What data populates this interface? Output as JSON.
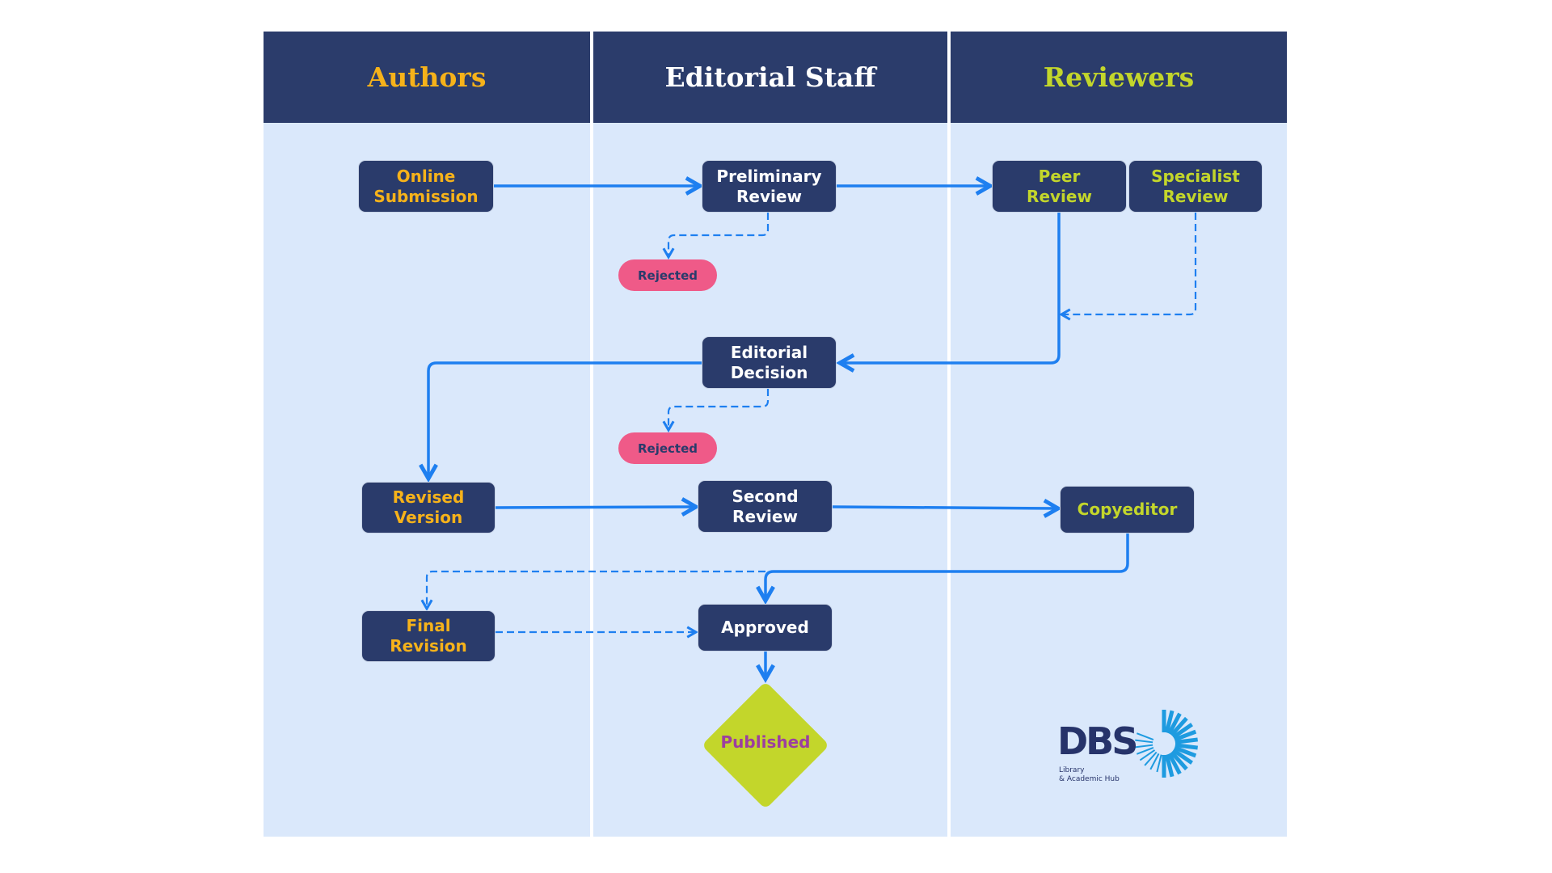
{
  "lanes": {
    "authors": {
      "title": "Authors",
      "color": "#f6b21a"
    },
    "editorial": {
      "title": "Editorial Staff",
      "color": "#ffffff"
    },
    "reviewers": {
      "title": "Reviewers",
      "color": "#c3d62b"
    }
  },
  "nodes": {
    "online_submission": "Online\nSubmission",
    "preliminary_review": "Preliminary\nReview",
    "peer_review": "Peer\nReview",
    "specialist_review": "Specialist\nReview",
    "rejected_1": "Rejected",
    "editorial_decision": "Editorial\nDecision",
    "rejected_2": "Rejected",
    "revised_version": "Revised\nVersion",
    "second_review": "Second\nReview",
    "copyeditor": "Copyeditor",
    "final_revision": "Final\nRevision",
    "approved": "Approved",
    "published": "Published"
  },
  "logo": {
    "name": "DBS",
    "subtitle": "Library\n& Academic Hub"
  },
  "colors": {
    "header": "#2b3c6b",
    "lane_bg": "#dae8fb",
    "node": "#2a3b6b",
    "arrow": "#1e7ff0",
    "rejected": "#ef5a88",
    "published": "#c3d62b",
    "published_text": "#9c3fa0"
  }
}
